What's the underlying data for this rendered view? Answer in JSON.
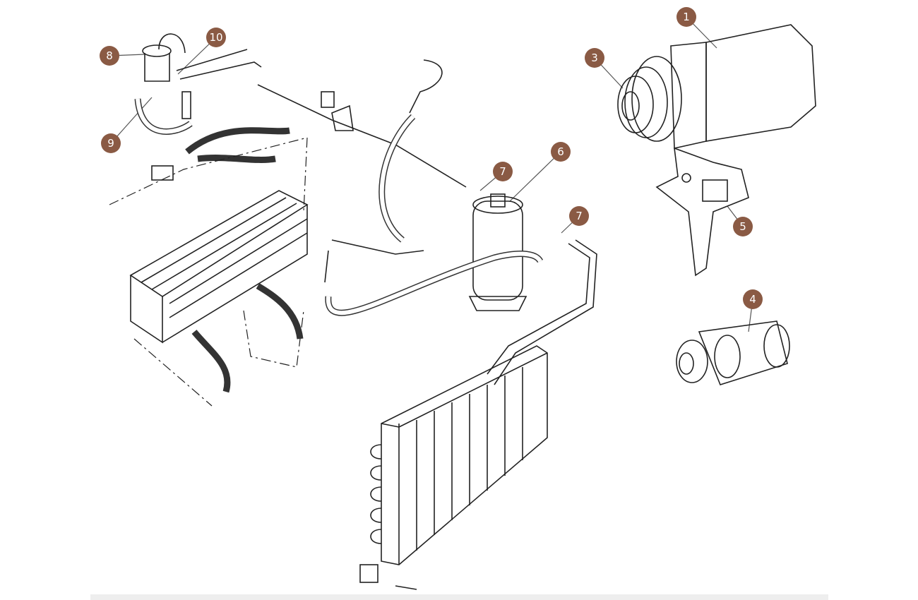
{
  "diagram": {
    "title": "Air conditioning system parts diagram",
    "badge_color": "#8a5a44",
    "callouts": [
      {
        "id": "c1",
        "label": "1"
      },
      {
        "id": "c3",
        "label": "3"
      },
      {
        "id": "c8",
        "label": "8"
      },
      {
        "id": "c10",
        "label": "10"
      },
      {
        "id": "c9",
        "label": "9"
      },
      {
        "id": "c7a",
        "label": "7"
      },
      {
        "id": "c6",
        "label": "6"
      },
      {
        "id": "c7b",
        "label": "7"
      },
      {
        "id": "c5",
        "label": "5"
      },
      {
        "id": "c4",
        "label": "4"
      }
    ]
  }
}
